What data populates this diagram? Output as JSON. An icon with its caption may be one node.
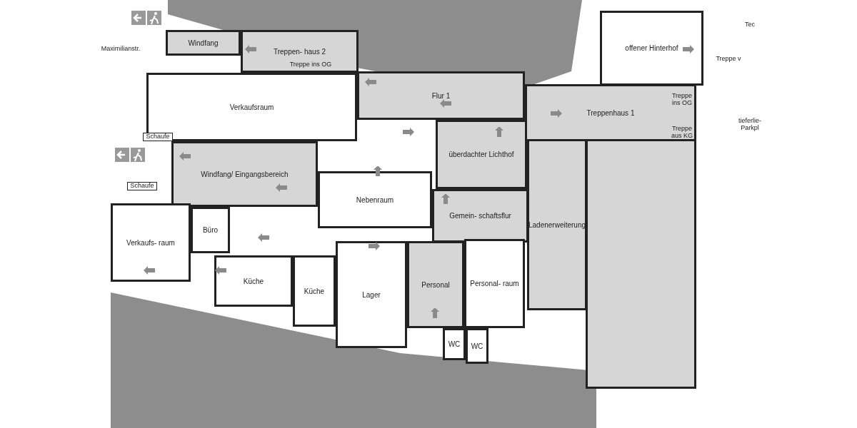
{
  "diagram": {
    "nodes": [
      {
        "text": [
          "Windfang"
        ]
      },
      {
        "text": [
          "Treppen- haus 2"
        ]
      },
      {
        "text": [
          "offener Hinterhof"
        ]
      },
      {
        "text": [
          "Flur 1"
        ]
      },
      {
        "text": [
          "Treppenhaus 1"
        ]
      },
      {
        "text": [
          "Verkaufsraum"
        ]
      },
      {
        "text": [
          "überdachter Lichthof"
        ]
      },
      {
        "text": [
          "Windfang/ Eingangsbereich"
        ]
      },
      {
        "text": [
          "Nebenraum"
        ]
      },
      {
        "text": [
          "Ladenerweiterung"
        ]
      },
      {
        "text": [],
        "shape": "box"
      },
      {
        "text": [
          "Gemein- schaftsflur"
        ]
      },
      {
        "text": [
          "Verkaufs- raum"
        ]
      },
      {
        "text": [
          "Büro"
        ]
      },
      {
        "text": [
          "Personal"
        ]
      },
      {
        "text": [
          "Küche"
        ]
      },
      {
        "text": [
          "Küche"
        ]
      },
      {
        "text": [
          "Lager"
        ]
      },
      {
        "text": [
          "Personal- raum"
        ]
      },
      {
        "text": [
          "WC"
        ]
      },
      {
        "text": [
          "WC"
        ]
      }
    ],
    "labels": [
      "Maximilianstr.",
      "Treppe ins OG",
      "Tec",
      "Treppe v",
      "Treppe ins OG",
      "Treppe aus KG",
      "tieferlie- Parkpl",
      "Schaufe",
      "Schaufe"
    ]
  }
}
